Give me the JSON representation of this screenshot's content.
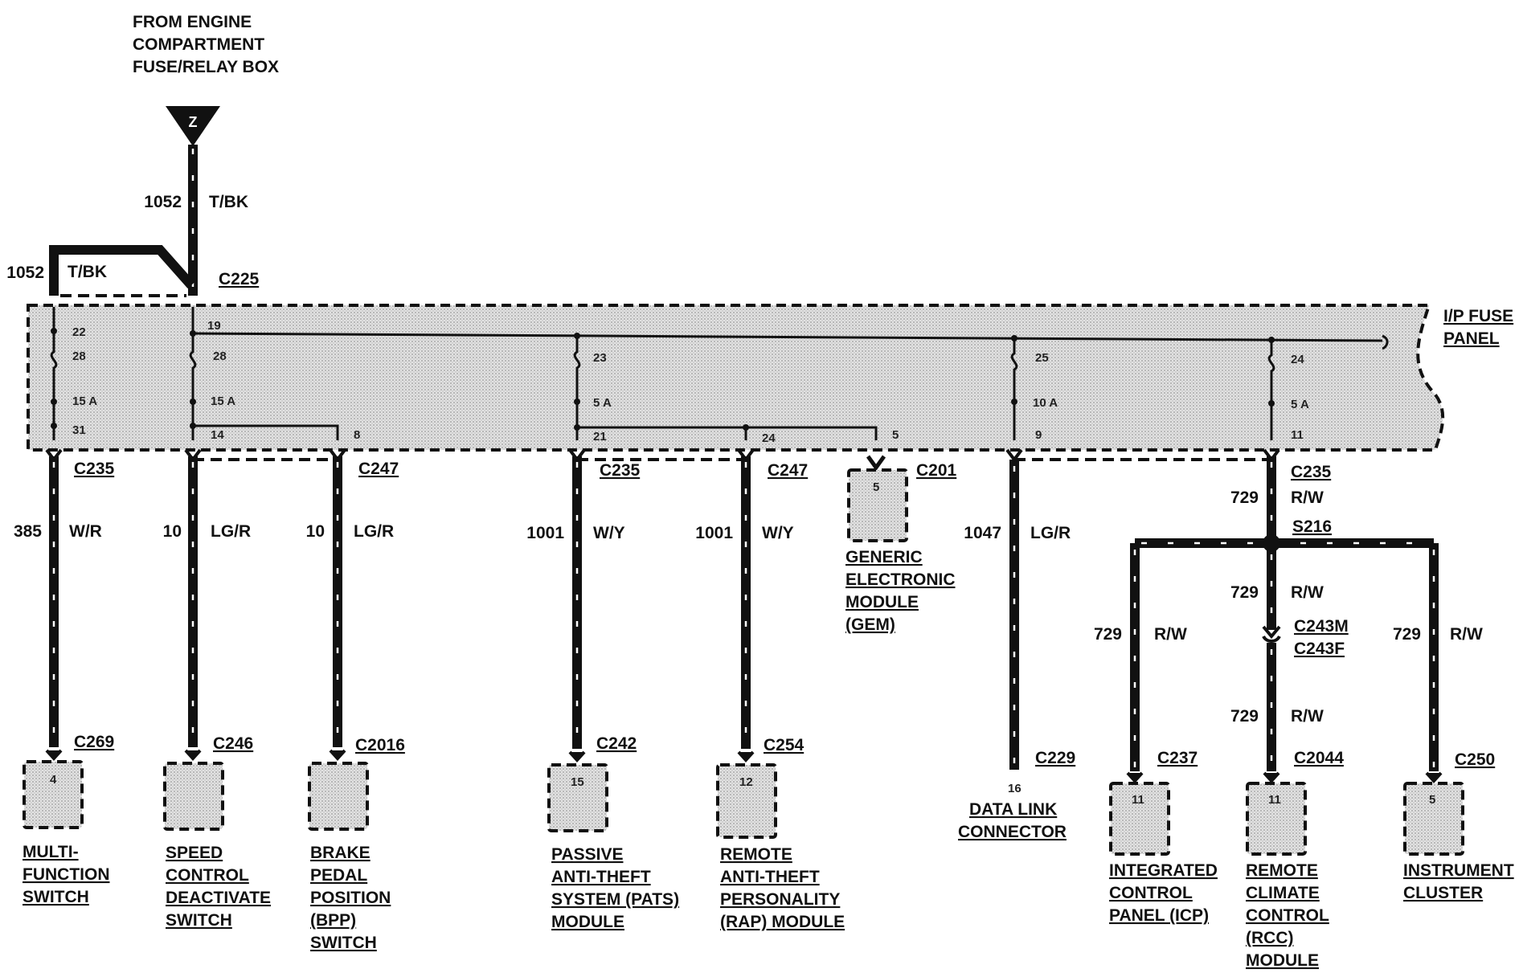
{
  "source": {
    "lines": [
      "FROM ENGINE",
      "COMPARTMENT",
      "FUSE/RELAY BOX"
    ],
    "terminal": "Z"
  },
  "feed": {
    "main_circuit": "1052",
    "main_color": "T/BK",
    "loop_circuit": "1052",
    "loop_color": "T/BK",
    "connector": "C225"
  },
  "fuse_panel": {
    "label_lines": [
      "I/P FUSE",
      "PANEL"
    ],
    "pins": {
      "f22_in": "22",
      "f22_num": "28",
      "f22_amp": "15 A",
      "f22_out": "31",
      "f19_in": "19",
      "f19_num": "28",
      "f19_amp": "15 A",
      "f19_out": "14",
      "f19_branch": "8",
      "f23_in": "23",
      "f23_amp": "5 A",
      "f23_out": "21",
      "f23_branch1": "24",
      "f23_branch2": "5",
      "f25_in": "25",
      "f25_amp": "10 A",
      "f25_out": "9",
      "f24_in": "24",
      "f24_amp": "5 A",
      "f24_out": "11"
    }
  },
  "branches": {
    "mfs": {
      "connector_top": "C235",
      "circuit": "385",
      "color": "W/R",
      "connector_bottom": "C269",
      "pin": "4",
      "name_lines": [
        "MULTI-",
        "FUNCTION",
        "SWITCH"
      ]
    },
    "scd": {
      "circuit": "10",
      "color": "LG/R",
      "connector_bottom": "C246",
      "pin": "",
      "name_lines": [
        "SPEED",
        "CONTROL",
        "DEACTIVATE",
        "SWITCH"
      ]
    },
    "bpp": {
      "connector_top": "C247",
      "circuit": "10",
      "color": "LG/R",
      "connector_bottom": "C2016",
      "pin": "",
      "name_lines": [
        "BRAKE",
        "PEDAL",
        "POSITION",
        "(BPP)",
        "SWITCH"
      ]
    },
    "pats": {
      "connector_top": "C235",
      "circuit": "1001",
      "color": "W/Y",
      "connector_bottom": "C242",
      "pin": "15",
      "name_lines": [
        "PASSIVE",
        "ANTI-THEFT",
        "SYSTEM (PATS)",
        "MODULE"
      ]
    },
    "rap": {
      "connector_top": "C247",
      "circuit": "1001",
      "color": "W/Y",
      "connector_bottom": "C254",
      "pin": "12",
      "name_lines": [
        "REMOTE",
        "ANTI-THEFT",
        "PERSONALITY",
        "(RAP) MODULE"
      ]
    },
    "gem": {
      "connector": "C201",
      "pin": "5",
      "name_lines": [
        "GENERIC",
        "ELECTRONIC",
        "MODULE",
        "(GEM)"
      ]
    },
    "dlc": {
      "circuit": "1047",
      "color": "LG/R",
      "connector_bottom": "C229",
      "pin": "16",
      "name_lines": [
        "DATA LINK",
        "CONNECTOR"
      ]
    },
    "bus": {
      "connector_top": "C235",
      "circuit": "729",
      "color": "R/W",
      "splice": "S216"
    },
    "icp": {
      "circuit": "729",
      "color": "R/W",
      "connector_bottom": "C237",
      "pin": "11",
      "name_lines": [
        "INTEGRATED",
        "CONTROL",
        "PANEL (ICP)"
      ]
    },
    "rcc": {
      "circuit": "729",
      "color": "R/W",
      "inline_m": "C243M",
      "inline_f": "C243F",
      "circuit2": "729",
      "color2": "R/W",
      "connector_bottom": "C2044",
      "pin": "11",
      "name_lines": [
        "REMOTE",
        "CLIMATE",
        "CONTROL",
        "(RCC)",
        "MODULE"
      ]
    },
    "ic": {
      "circuit": "729",
      "color": "R/W",
      "connector_bottom": "C250",
      "pin": "5",
      "name_lines": [
        "INSTRUMENT",
        "CLUSTER"
      ]
    }
  }
}
